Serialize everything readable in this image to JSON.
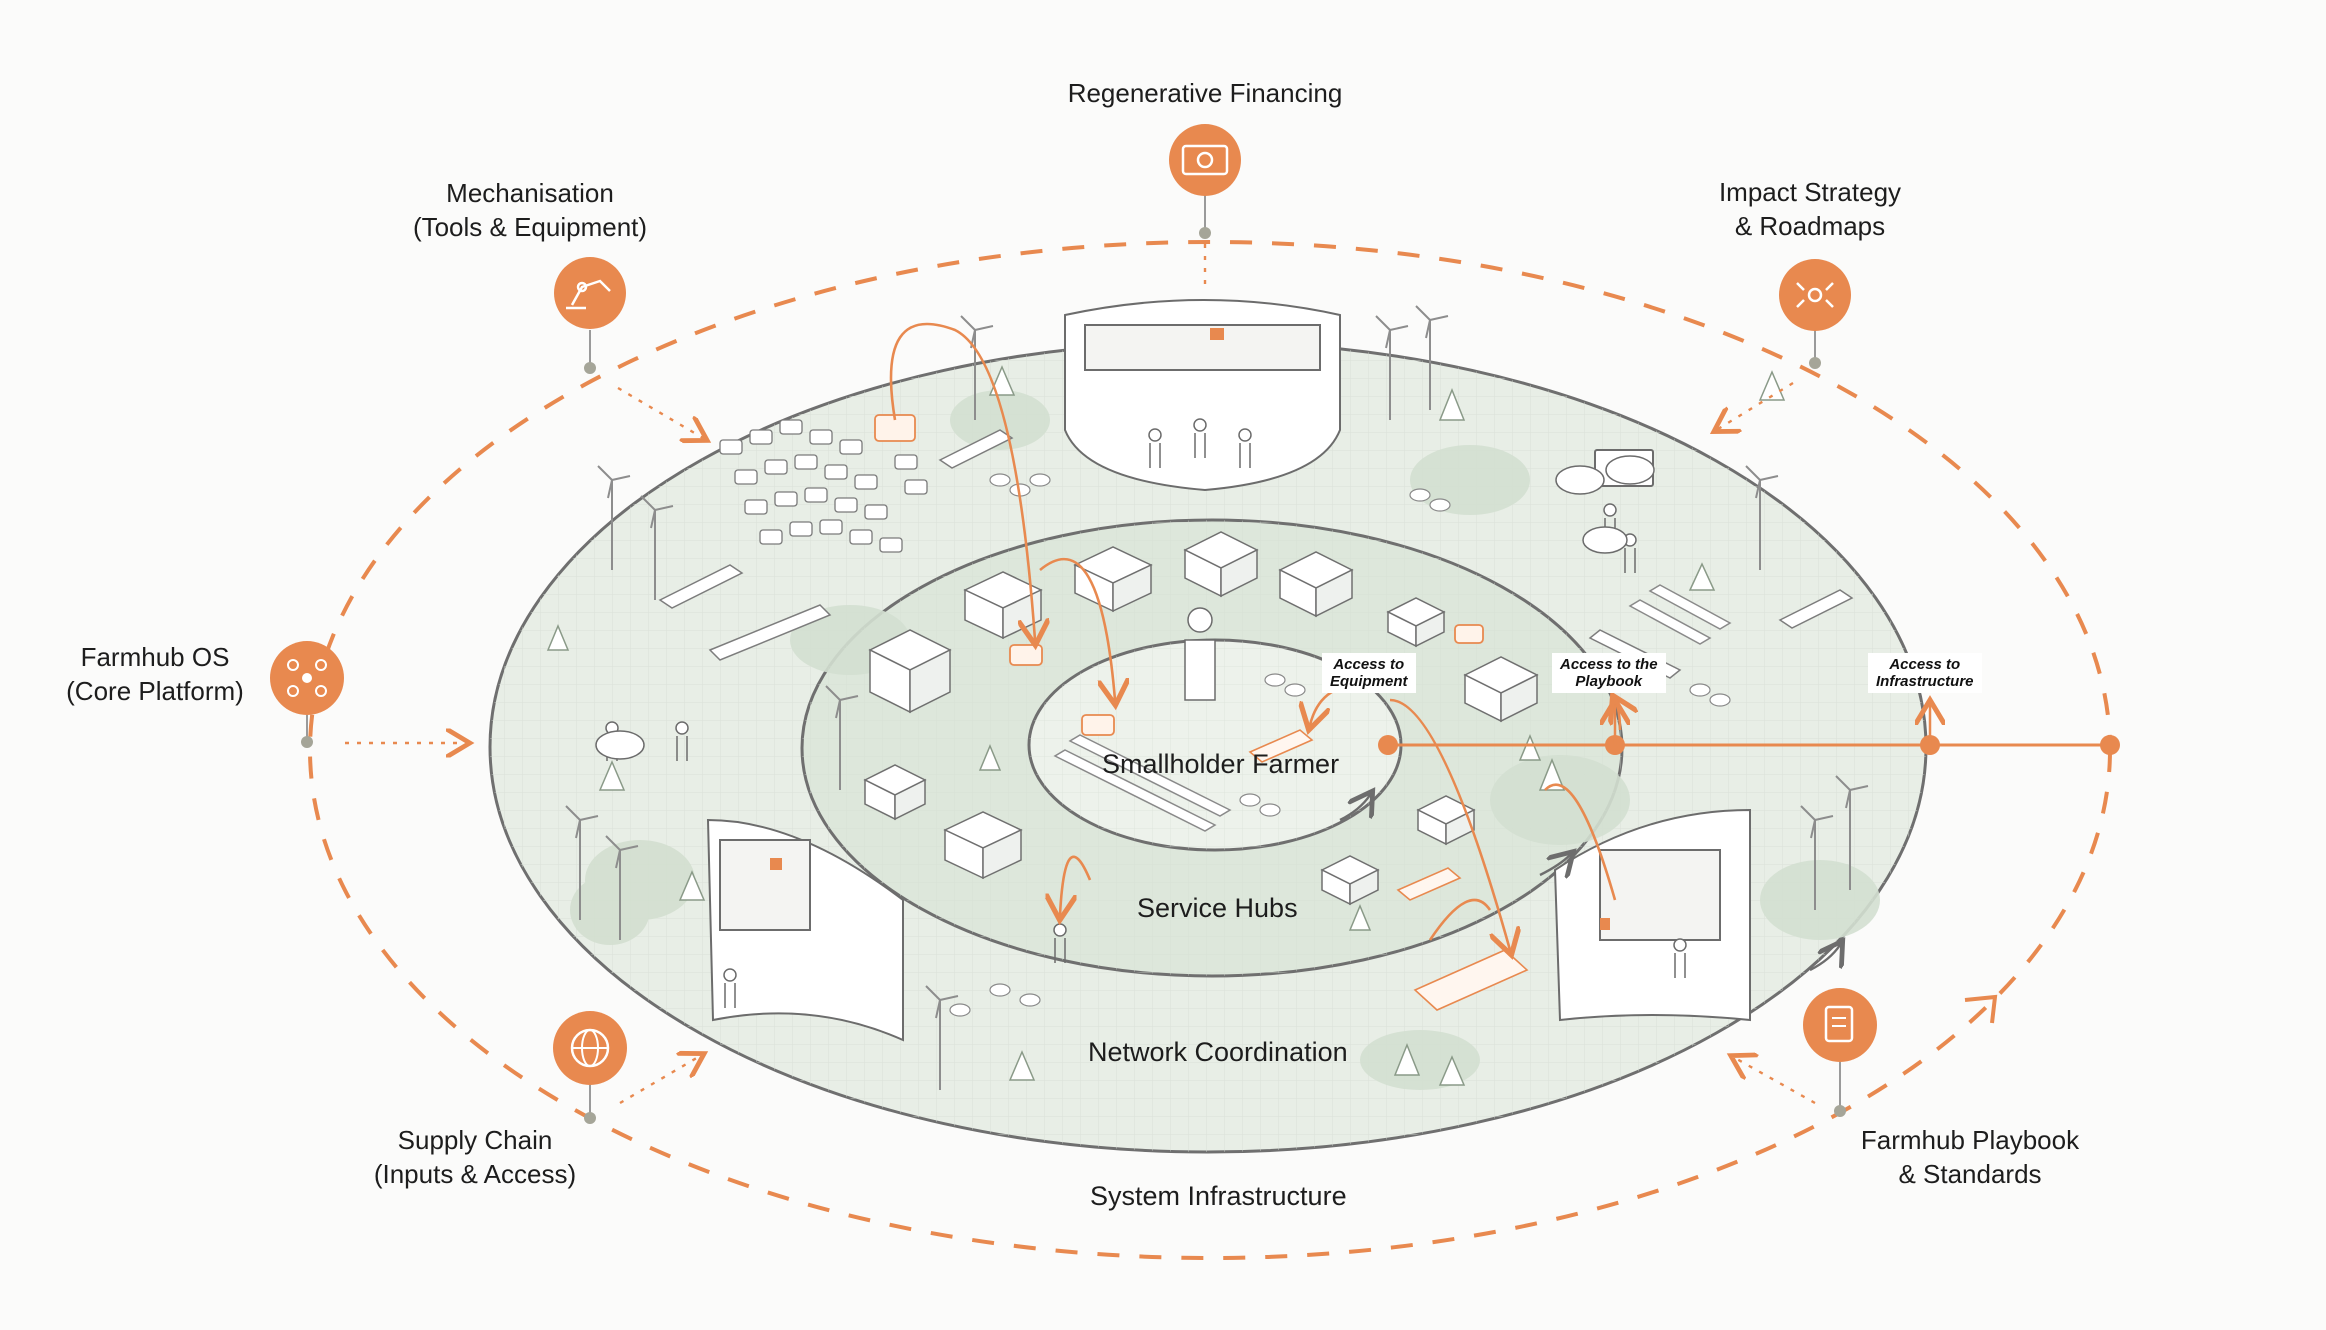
{
  "colors": {
    "accent": "#e8894f",
    "ring_fill": "#e6ede4",
    "ring_stroke": "#7a7a7a",
    "background": "#fbfbfa"
  },
  "pillars": [
    {
      "id": "regenerative-financing",
      "icon": "money-icon",
      "lines": [
        "Regenerative Financing"
      ]
    },
    {
      "id": "mechanisation",
      "icon": "robotic-arm-icon",
      "lines": [
        "Mechanisation",
        "(Tools & Equipment)"
      ]
    },
    {
      "id": "impact-strategy",
      "icon": "target-expand-icon",
      "lines": [
        "Impact Strategy",
        "& Roadmaps"
      ]
    },
    {
      "id": "farmhub-os",
      "icon": "network-nodes-icon",
      "lines": [
        "Farmhub OS",
        "(Core Platform)"
      ]
    },
    {
      "id": "supply-chain",
      "icon": "globe-icon",
      "lines": [
        "Supply Chain",
        "(Inputs & Access)"
      ]
    },
    {
      "id": "farmhub-playbook",
      "icon": "document-icon",
      "lines": [
        "Farmhub Playbook",
        "& Standards"
      ]
    }
  ],
  "rings": {
    "center": "Smallholder Farmer",
    "service_hubs": "Service Hubs",
    "network": "Network Coordination",
    "system": "System Infrastructure"
  },
  "access_tags": [
    {
      "id": "equipment",
      "lines": [
        "Access to",
        "Equipment"
      ]
    },
    {
      "id": "playbook",
      "lines": [
        "Access to the",
        "Playbook"
      ]
    },
    {
      "id": "infrastructure",
      "lines": [
        "Access to",
        "Infrastructure"
      ]
    }
  ]
}
